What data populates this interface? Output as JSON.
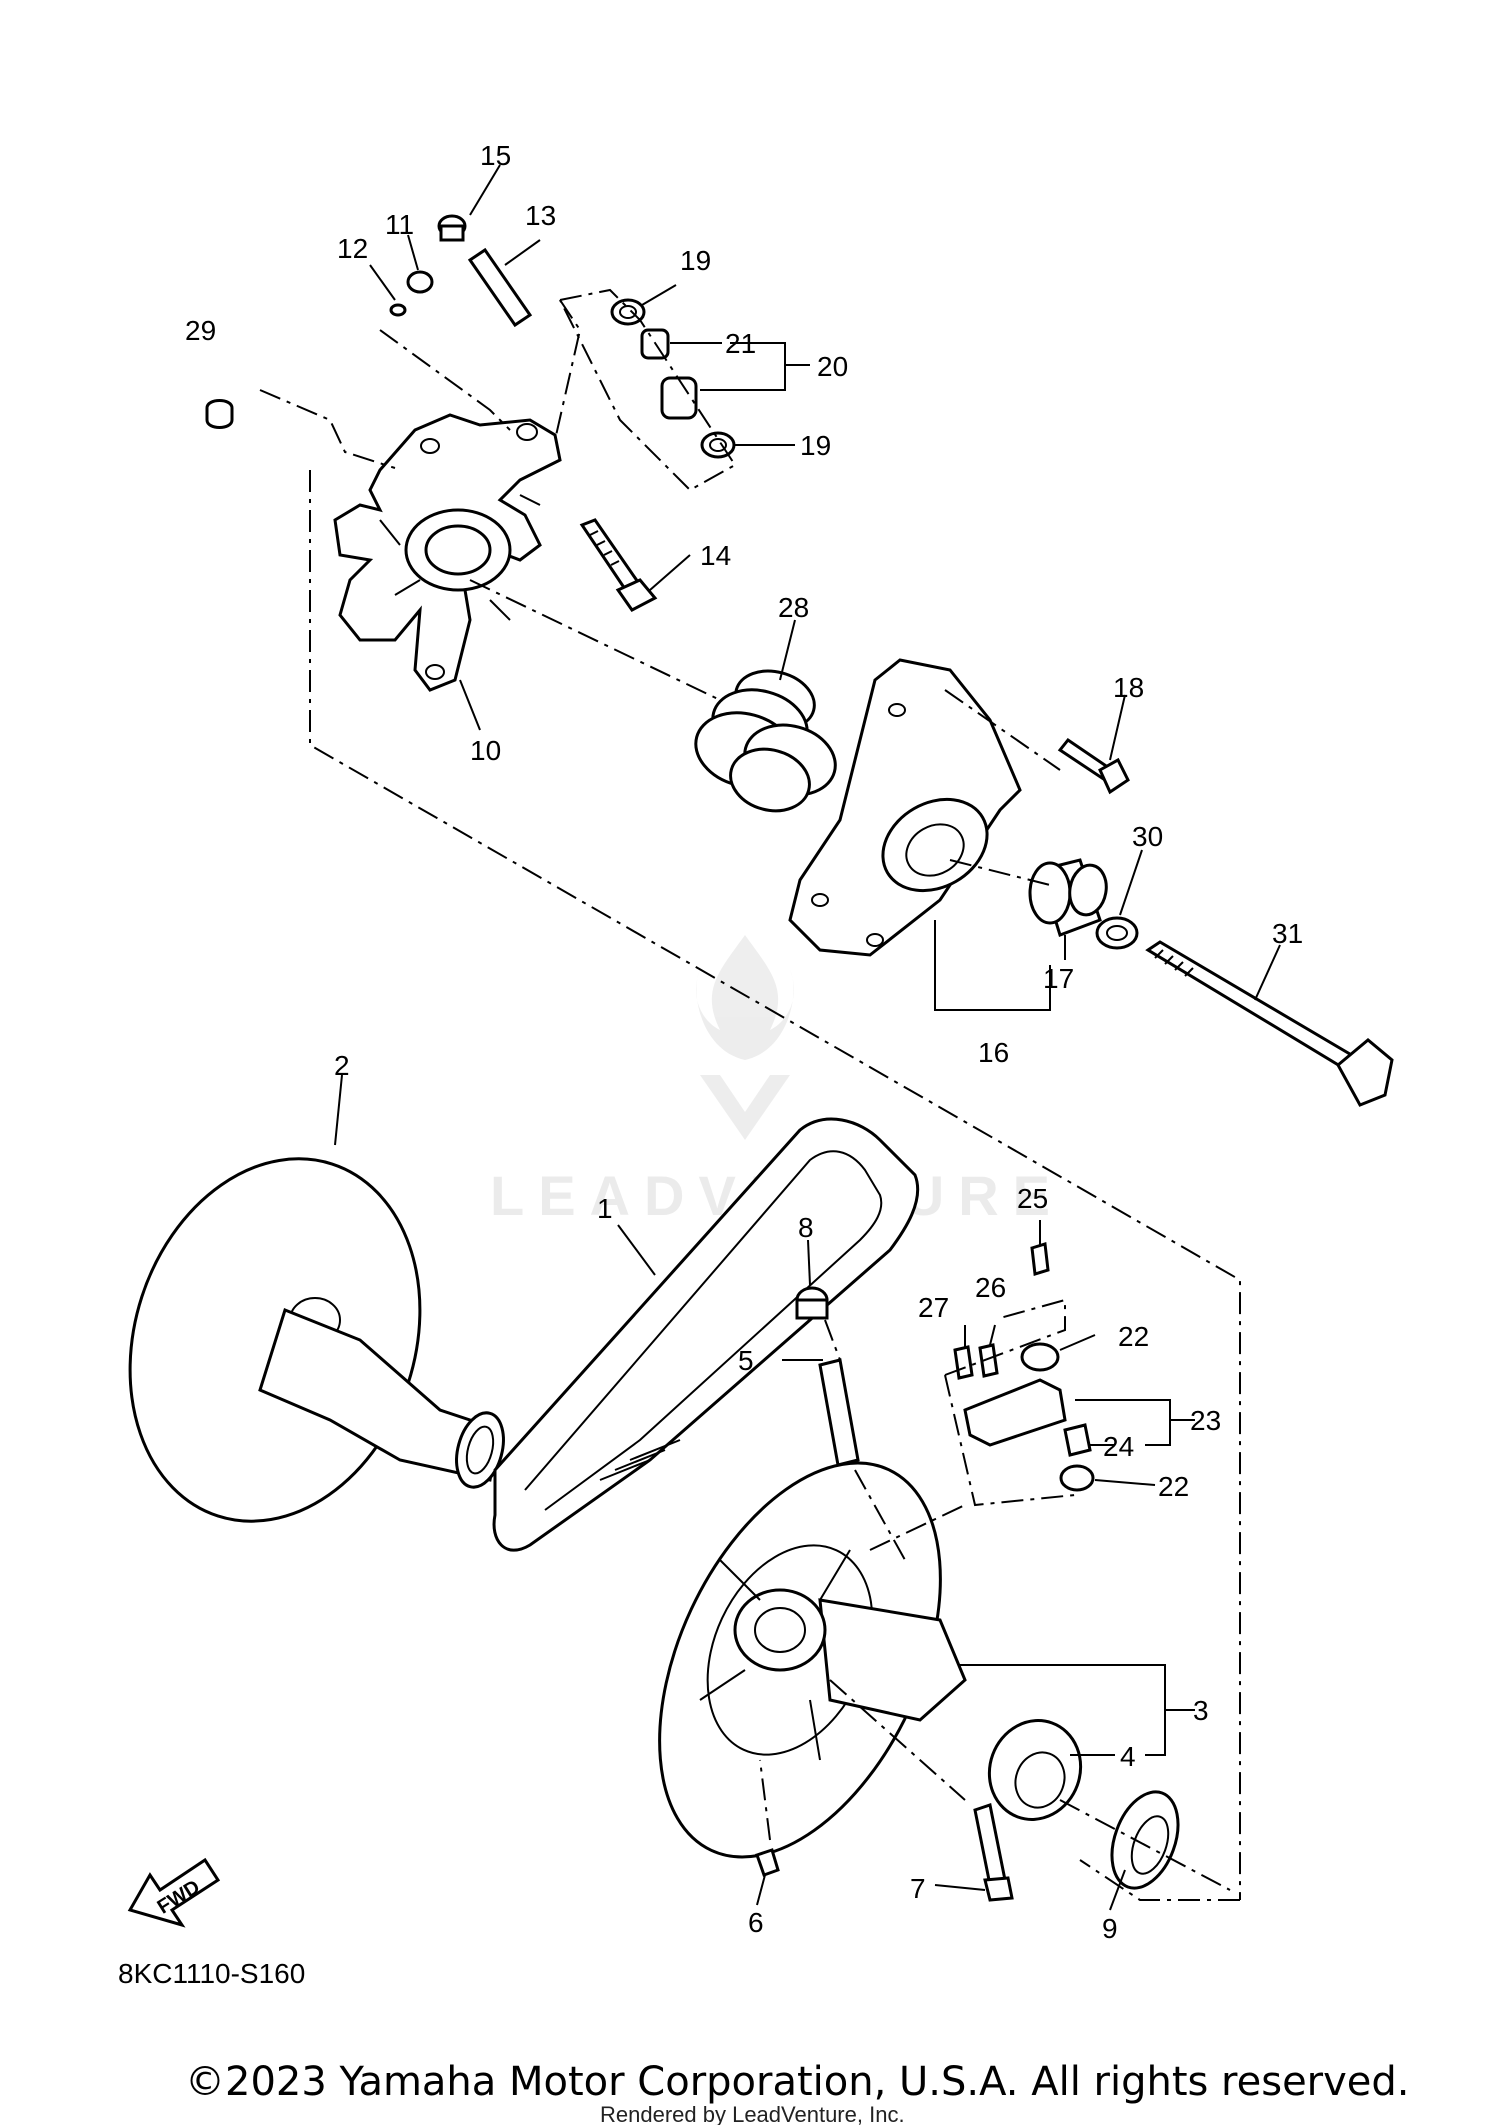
{
  "diagram": {
    "figure_code": "8KC1110-S160",
    "fwd_label": "FWD",
    "callouts": [
      "1",
      "2",
      "3",
      "4",
      "5",
      "6",
      "7",
      "8",
      "9",
      "10",
      "11",
      "12",
      "13",
      "14",
      "15",
      "16",
      "17",
      "18",
      "19",
      "19",
      "20",
      "21",
      "22",
      "22",
      "23",
      "24",
      "25",
      "26",
      "27",
      "28",
      "29",
      "30",
      "31"
    ]
  },
  "watermark": {
    "text": "LEADVENTURE"
  },
  "footer": {
    "copyright": "©2023 Yamaha Motor Corporation, U.S.A. All rights reserved.",
    "rendered_by": "Rendered by LeadVenture, Inc."
  }
}
